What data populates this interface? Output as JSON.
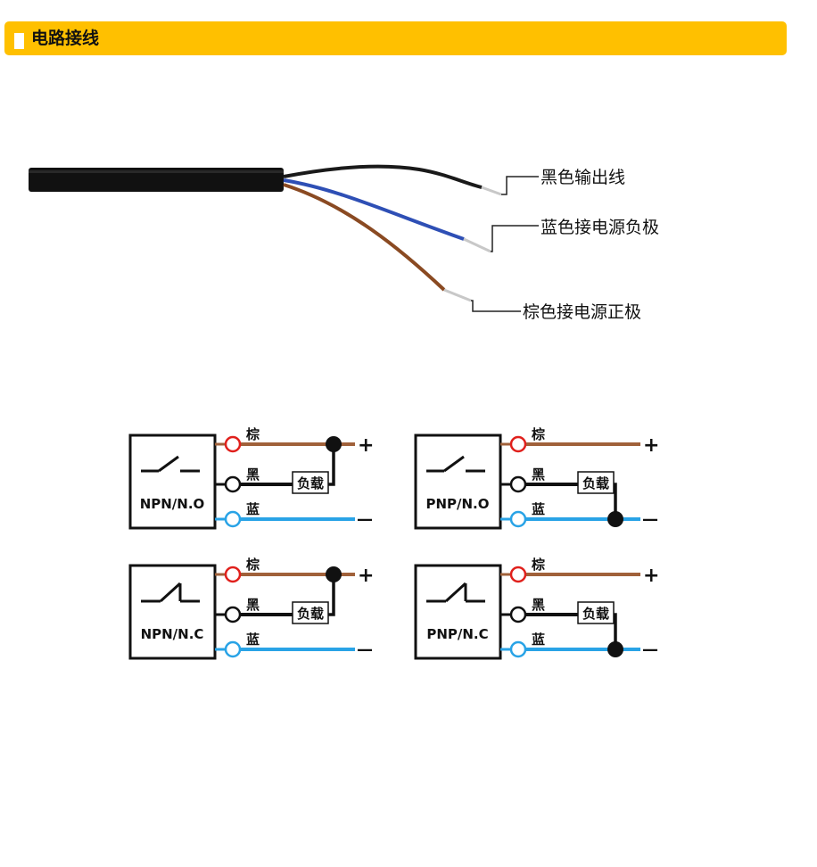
{
  "header": {
    "title": "电路接线",
    "bar_color": "#ffc000"
  },
  "cable": {
    "labels": {
      "black": "黑色输出线",
      "blue": "蓝色接电源负极",
      "brown": "棕色接电源正极"
    },
    "colors": {
      "jacket": "#111111",
      "black_wire": "#1a1a1a",
      "blue_wire": "#2e4fb5",
      "brown_wire": "#8a4a22"
    }
  },
  "schematics": [
    {
      "type": "NPN/N.O",
      "switch": "open",
      "load_to": "positive",
      "node_label": "负载"
    },
    {
      "type": "PNP/N.O",
      "switch": "open",
      "load_to": "negative",
      "node_label": "负载"
    },
    {
      "type": "NPN/N.C",
      "switch": "closed",
      "load_to": "positive",
      "node_label": "负载"
    },
    {
      "type": "PNP/N.C",
      "switch": "closed",
      "load_to": "negative",
      "node_label": "负载"
    }
  ],
  "wire_labels": {
    "brown": "棕",
    "black": "黑",
    "blue": "蓝"
  },
  "polarity": {
    "plus": "+",
    "minus": "—"
  },
  "wire_colors": {
    "brown": "#a0613a",
    "black": "#111111",
    "blue": "#29a3e6",
    "brown_terminal": "#e0201c",
    "blue_terminal": "#29a3e6"
  }
}
